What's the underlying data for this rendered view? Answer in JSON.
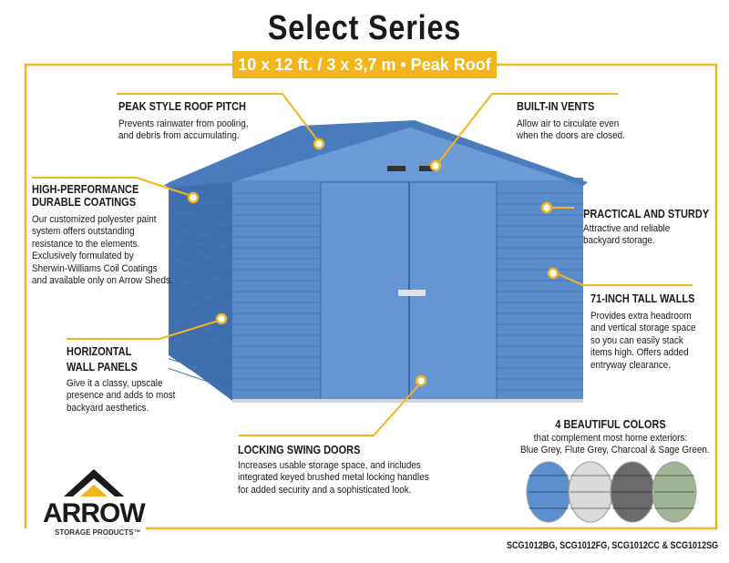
{
  "header": {
    "title": "Select Series",
    "subtitle": "10 x 12 ft. / 3 x 3,7 m  •  Peak Roof"
  },
  "features": [
    {
      "title": "PEAK STYLE ROOF PITCH",
      "lines": [
        "Prevents rainwater from pooling,",
        "and debris from accumulating."
      ]
    },
    {
      "title": "BUILT-IN VENTS",
      "lines": [
        "Allow air to circulate even",
        "when the doors are closed."
      ]
    },
    {
      "title": "HIGH-PERFORMANCE",
      "title2": "DURABLE COATINGS",
      "lines": [
        "Our customized polyester paint",
        "system offers outstanding",
        "resistance to the elements.",
        "Exclusively formulated by",
        "Sherwin-Williams Coil Coatings",
        "and available only on Arrow Sheds."
      ]
    },
    {
      "title": "PRACTICAL AND STURDY",
      "lines": [
        "Attractive and reliable",
        "backyard storage."
      ]
    },
    {
      "title": "71-INCH TALL WALLS",
      "lines": [
        "Provides extra headroom",
        "and vertical storage space",
        "so you can easily stack",
        "items high. Offers added",
        "entryway clearance."
      ]
    },
    {
      "title": "HORIZONTAL",
      "title2": "WALL PANELS",
      "lines": [
        "Give it a classy, upscale",
        "presence and adds to most",
        "backyard aesthetics."
      ]
    },
    {
      "title": "LOCKING SWING DOORS",
      "lines": [
        "Increases usable storage space, and includes",
        "integrated keyed brushed metal locking handles",
        "for added security and a sophisticated look."
      ]
    }
  ],
  "colors": {
    "title": "4 BEAUTIFUL COLORS",
    "line1": "that complement most home exteriors:",
    "line2": "Blue Grey, Flute Grey, Charcoal & Sage Green.",
    "swatches": [
      {
        "name": "Blue Grey",
        "hex": "#5b8fcf"
      },
      {
        "name": "Flute Grey",
        "hex": "#d8dadb"
      },
      {
        "name": "Charcoal",
        "hex": "#6a6a6c"
      },
      {
        "name": "Sage Green",
        "hex": "#9fb596"
      }
    ]
  },
  "models": "SCG1012BG, SCG1012FG, SCG1012CC & SCG1012SG",
  "logo": {
    "brand": "ARROW",
    "tagline": "STORAGE PRODUCTS™"
  },
  "accent": "#f2b51c",
  "shed_color": "#5a8ccc"
}
